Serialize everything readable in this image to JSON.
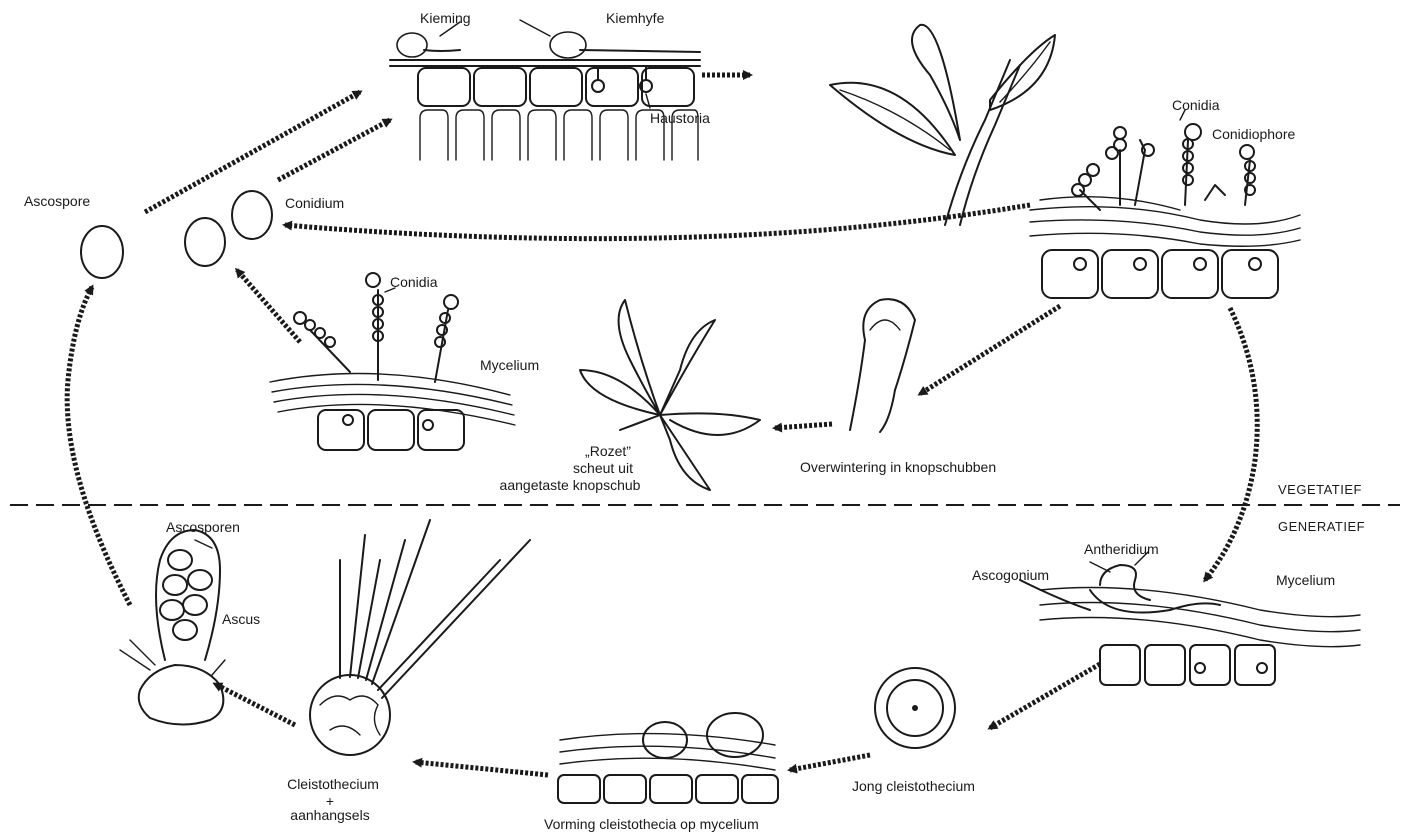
{
  "labels": {
    "kieming": "Kieming",
    "kiemhyfe": "Kiemhyfe",
    "haustoria": "Haustoria",
    "conidia_top": "Conidia",
    "conidiophore": "Conidiophore",
    "ascospore": "Ascospore",
    "conidium": "Conidium",
    "conidia_mid": "Conidia",
    "mycelium_mid": "Mycelium",
    "rozet_line1": "„Rozet”",
    "rozet_line2": "scheut uit",
    "rozet_line3": "aangetaste knopschub",
    "overwintering": "Overwintering in knopschubben",
    "vegetatief": "VEGETATIEF",
    "generatief": "GENERATIEF",
    "ascosporen": "Ascosporen",
    "ascus": "Ascus",
    "antheridium": "Antheridium",
    "ascogonium": "Ascogonium",
    "mycelium_right": "Mycelium",
    "cleisto_line1": "Cleistothecium",
    "cleisto_line2": "+",
    "cleisto_line3": "aanhangsels",
    "vorming": "Vorming cleistothecia op mycelium",
    "jong": "Jong cleistothecium"
  }
}
